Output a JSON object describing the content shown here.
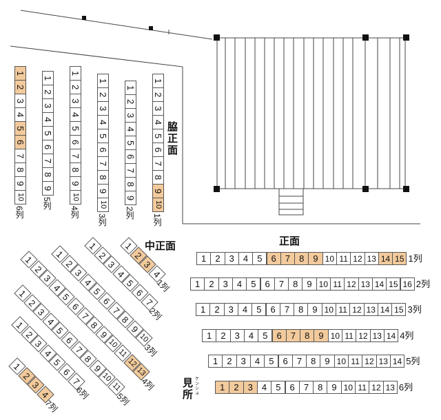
{
  "labels": {
    "front": "正面",
    "side_front": "脇正面",
    "middle_front": "中正面",
    "kensho": "見所",
    "kensho_ruby": "ケンショ"
  },
  "colors": {
    "selected": "#f2ca9c",
    "border": "#555555"
  },
  "front_rows": [
    {
      "label": "1列",
      "seats": [
        "1",
        "2",
        "3",
        "4",
        "5",
        "6",
        "7",
        "8",
        "9",
        "10",
        "11",
        "12",
        "13",
        "14",
        "15"
      ],
      "selected": [
        "6",
        "7",
        "8",
        "9",
        "14",
        "15"
      ]
    },
    {
      "label": "2列",
      "seats": [
        "1",
        "2",
        "3",
        "4",
        "5",
        "6",
        "7",
        "8",
        "9",
        "10",
        "11",
        "12",
        "13",
        "14",
        "15",
        "16"
      ],
      "selected": []
    },
    {
      "label": "3列",
      "seats": [
        "1",
        "2",
        "3",
        "4",
        "5",
        "6",
        "7",
        "8",
        "9",
        "10",
        "11",
        "12",
        "13",
        "14",
        "15"
      ],
      "selected": []
    },
    {
      "label": "4列",
      "seats": [
        "1",
        "2",
        "3",
        "4",
        "5",
        "6",
        "7",
        "8",
        "9",
        "10",
        "11",
        "12",
        "13",
        "14"
      ],
      "selected": [
        "6",
        "7",
        "8",
        "9"
      ]
    },
    {
      "label": "5列",
      "seats": [
        "1",
        "2",
        "3",
        "4",
        "5",
        "6",
        "7",
        "8",
        "9",
        "10",
        "11",
        "12",
        "13",
        "14"
      ],
      "selected": []
    },
    {
      "label": "6列",
      "seats": [
        "1",
        "2",
        "3",
        "4",
        "5",
        "6",
        "7",
        "8",
        "9",
        "10",
        "11",
        "12",
        "13"
      ],
      "selected": [
        "1",
        "2",
        "3"
      ]
    }
  ],
  "side_rows": [
    {
      "label": "6列",
      "seats": [
        "1",
        "2",
        "3",
        "4",
        "5",
        "6",
        "7",
        "8",
        "9",
        "10"
      ],
      "selected": [
        "1",
        "2",
        "5",
        "6"
      ]
    },
    {
      "label": "5列",
      "seats": [
        "1",
        "2",
        "3",
        "4",
        "5",
        "6",
        "7",
        "8",
        "9"
      ],
      "selected": []
    },
    {
      "label": "4列",
      "seats": [
        "1",
        "2",
        "3",
        "4",
        "5",
        "6",
        "7",
        "8",
        "9",
        "10"
      ],
      "selected": []
    },
    {
      "label": "3列",
      "seats": [
        "1",
        "2",
        "3",
        "4",
        "5",
        "6",
        "7",
        "8",
        "9",
        "10"
      ],
      "selected": []
    },
    {
      "label": "2列",
      "seats": [
        "1",
        "2",
        "3",
        "4",
        "5",
        "6",
        "7",
        "8",
        "9"
      ],
      "selected": []
    },
    {
      "label": "1列",
      "seats": [
        "1",
        "2",
        "3",
        "4",
        "5",
        "6",
        "7",
        "8",
        "9",
        "10"
      ],
      "selected": [
        "9",
        "10"
      ]
    }
  ],
  "middle_rows": [
    {
      "label": "1列",
      "seats": [
        "1",
        "2",
        "3",
        "4"
      ],
      "selected": [
        "2",
        "3"
      ]
    },
    {
      "label": "2列",
      "seats": [
        "1",
        "2",
        "3",
        "4",
        "5",
        "6",
        "7"
      ],
      "selected": []
    },
    {
      "label": "3列",
      "seats": [
        "1",
        "2",
        "3",
        "4",
        "5",
        "6",
        "7",
        "8",
        "9",
        "10"
      ],
      "selected": []
    },
    {
      "label": "4列",
      "seats": [
        "1",
        "2",
        "3",
        "4",
        "5",
        "6",
        "7",
        "8",
        "9",
        "10",
        "11",
        "12",
        "13"
      ],
      "selected": [
        "12",
        "13"
      ]
    },
    {
      "label": "5列",
      "seats": [
        "1",
        "2",
        "3",
        "4",
        "5",
        "6",
        "7",
        "8",
        "9",
        "10",
        "11"
      ],
      "selected": []
    },
    {
      "label": "6列",
      "seats": [
        "1",
        "2",
        "3",
        "4",
        "5",
        "6",
        "7"
      ],
      "selected": []
    },
    {
      "label": "7列",
      "seats": [
        "1",
        "2",
        "3",
        "4"
      ],
      "selected": [
        "2",
        "3",
        "4"
      ]
    }
  ]
}
